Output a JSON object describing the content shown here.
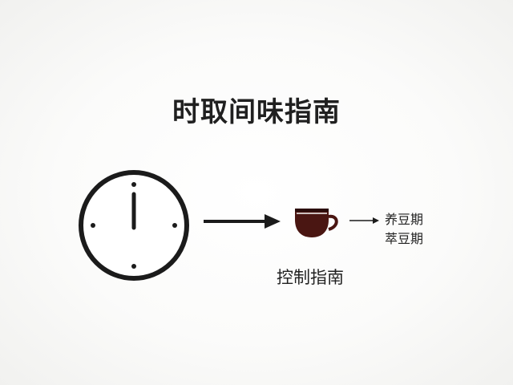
{
  "title": "时取间味指南",
  "diagram": {
    "clock_icon": "clock-icon",
    "arrow_icon": "arrow-right-icon",
    "cup_icon": "coffee-cup-icon",
    "cup_color": "#4a1612",
    "caption": "控制指南",
    "stages": [
      "养豆期",
      "萃豆期"
    ]
  }
}
